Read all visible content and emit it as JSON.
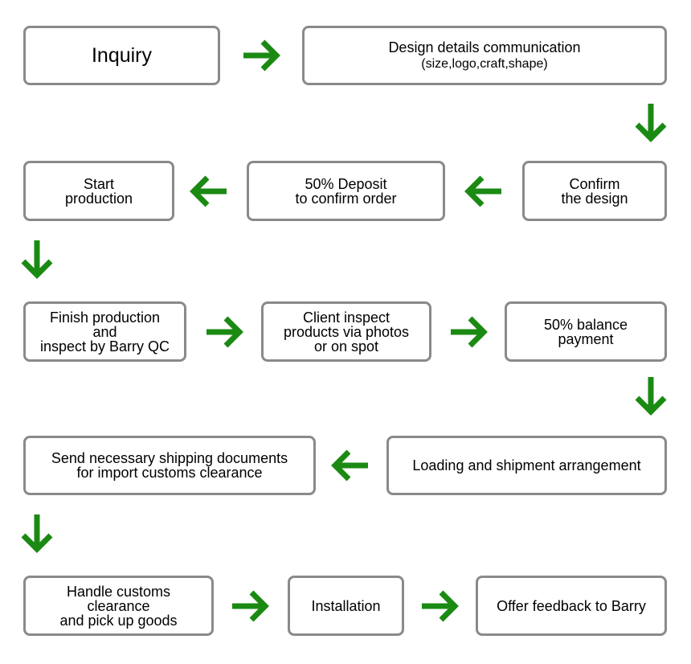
{
  "colors": {
    "arrow": "#1b8a13",
    "box_border": "#8a8a8a",
    "text": "#000000"
  },
  "steps": {
    "inquiry": {
      "line1": "Inquiry"
    },
    "design": {
      "line1": "Design details communication",
      "line2": "(size,logo,craft,shape)"
    },
    "confirm": {
      "line1": "Confirm",
      "line2": "the design"
    },
    "deposit": {
      "line1": "50% Deposit",
      "line2": "to confirm order"
    },
    "start": {
      "line1": "Start",
      "line2": "production"
    },
    "finish": {
      "line1": "Finish production",
      "line2": "and",
      "line3": "inspect by Barry QC"
    },
    "client": {
      "line1": "Client inspect",
      "line2": "products via photos",
      "line3": "or on spot"
    },
    "balance": {
      "line1": "50% balance",
      "line2": "payment"
    },
    "loading": {
      "line1": "Loading and shipment arrangement"
    },
    "docs": {
      "line1": "Send necessary shipping documents",
      "line2": "for import customs clearance"
    },
    "customs": {
      "line1": "Handle customs",
      "line2": "clearance",
      "line3": "and pick up goods"
    },
    "install": {
      "line1": "Installation"
    },
    "feedback": {
      "line1": "Offer feedback to Barry"
    }
  },
  "arrows": [
    {
      "name": "arrow-inquiry-to-design",
      "direction": "right"
    },
    {
      "name": "arrow-design-to-confirm",
      "direction": "down"
    },
    {
      "name": "arrow-confirm-to-deposit",
      "direction": "left"
    },
    {
      "name": "arrow-deposit-to-start",
      "direction": "left"
    },
    {
      "name": "arrow-start-to-finish",
      "direction": "down"
    },
    {
      "name": "arrow-finish-to-client",
      "direction": "right"
    },
    {
      "name": "arrow-client-to-balance",
      "direction": "right"
    },
    {
      "name": "arrow-balance-to-loading",
      "direction": "down"
    },
    {
      "name": "arrow-loading-to-docs",
      "direction": "left"
    },
    {
      "name": "arrow-docs-to-customs",
      "direction": "down"
    },
    {
      "name": "arrow-customs-to-install",
      "direction": "right"
    },
    {
      "name": "arrow-install-to-feedback",
      "direction": "right"
    }
  ]
}
